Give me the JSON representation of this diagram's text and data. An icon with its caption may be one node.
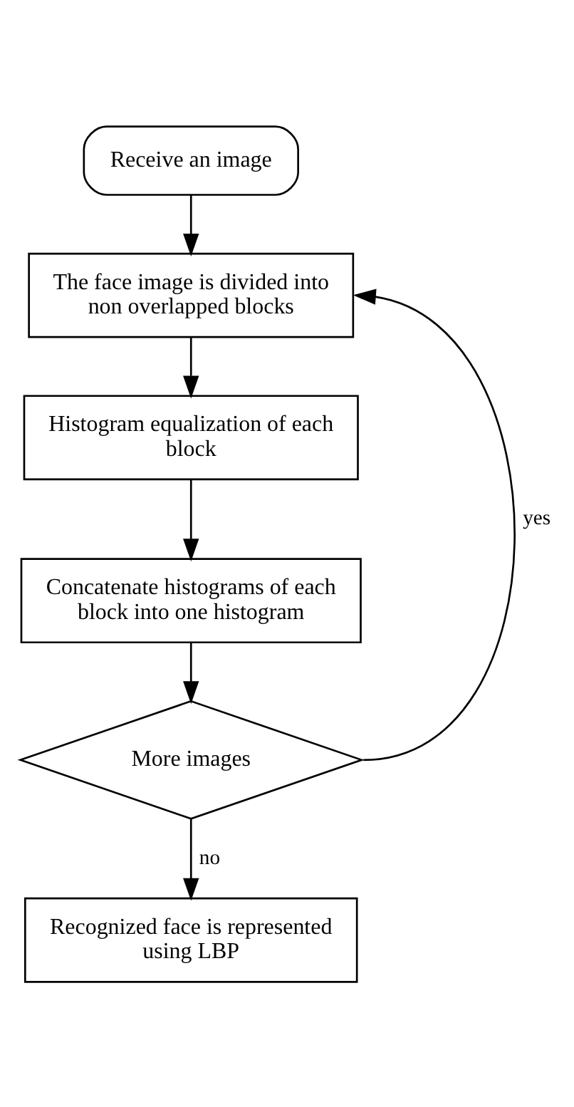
{
  "diagram": {
    "nodes": [
      {
        "text": [
          "Receive an image"
        ]
      },
      {
        "text": [
          "The face image is divided into non overlapped blocks"
        ]
      },
      {
        "text": [
          "Histogram equalization of each block"
        ]
      },
      {
        "text": [
          "Concatenate histograms of each block into one histogram"
        ]
      },
      {
        "text": [
          "More images"
        ]
      },
      {
        "text": [
          "Recognized face is represented using LBP"
        ]
      }
    ],
    "edges": [
      {
        "from": 0,
        "to": 1,
        "arrow": "to"
      },
      {
        "from": 1,
        "to": 2,
        "arrow": "to"
      },
      {
        "from": 2,
        "to": 3,
        "arrow": "to"
      },
      {
        "from": 3,
        "to": 4,
        "arrow": "to"
      },
      {
        "from": 4,
        "to": 1,
        "arrow": "to",
        "label": "yes"
      },
      {
        "from": 4,
        "to": 5,
        "arrow": "to",
        "label": "no"
      }
    ]
  }
}
